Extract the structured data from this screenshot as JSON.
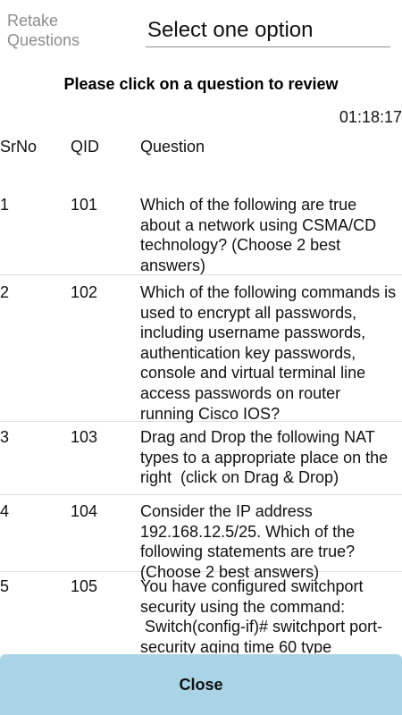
{
  "header": {
    "retake_label": "Retake Questions",
    "select_value": "Select one option"
  },
  "instruction": "Please click on a question to review",
  "timer": "01:18:17",
  "table": {
    "headers": {
      "srno": "SrNo",
      "qid": "QID",
      "question": "Question"
    },
    "rows": [
      {
        "srno": "1",
        "qid": "101",
        "question": "Which of the following are true about a network using CSMA/CD technology? (Choose 2 best answers)"
      },
      {
        "srno": "2",
        "qid": "102",
        "question": "Which of the following commands is used to encrypt all passwords, including username passwords, authentication key passwords, console and virtual terminal line access passwords on router running Cisco IOS?"
      },
      {
        "srno": "3",
        "qid": "103",
        "question": "Drag and Drop the following NAT types to a appropriate place on the right  (click on Drag & Drop)"
      },
      {
        "srno": "4",
        "qid": "104",
        "question": "Consider the IP address 192.168.12.5/25. Which of the following statements are true? (Choose 2 best answers)"
      },
      {
        "srno": "5",
        "qid": "105",
        "question": "You have configured switchport security using the command:\n Switch(config-if)# switchport port-security aging time 60 type"
      }
    ]
  },
  "close_button": {
    "label": "Close"
  },
  "colors": {
    "close_button_bg": "#a8d4e6",
    "label_gray": "#8c8c8c",
    "divider": "#dddddd"
  }
}
